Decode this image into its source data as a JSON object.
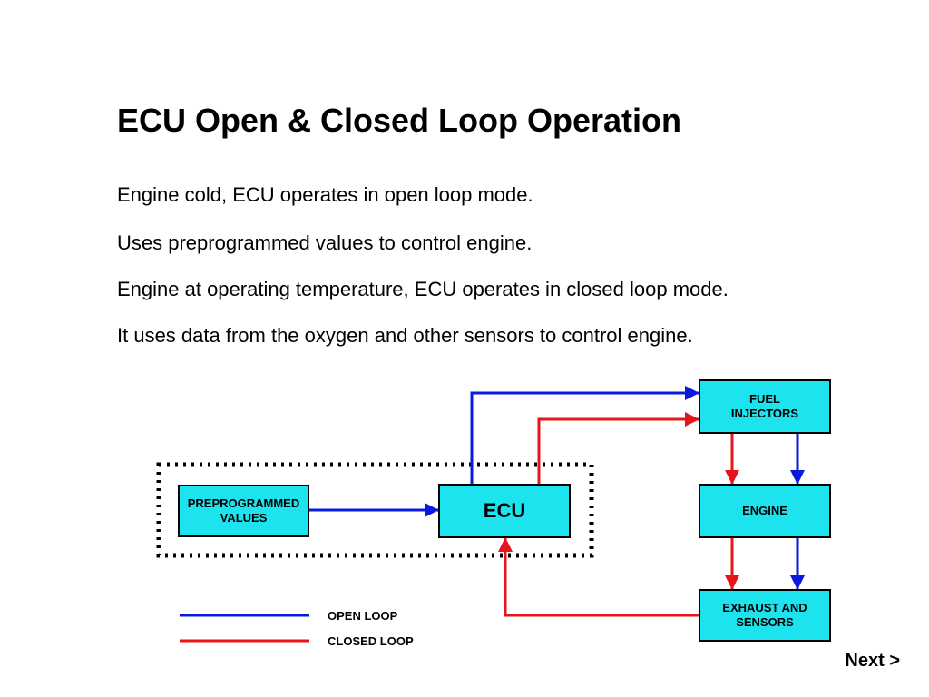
{
  "slide": {
    "title": "ECU Open & Closed Loop Operation",
    "bullets": [
      "Engine cold, ECU operates in open loop mode.",
      "Uses preprogrammed values to control engine.",
      "Engine at operating temperature, ECU operates in closed loop mode.",
      "It uses data from the oxygen and other sensors to control engine."
    ]
  },
  "diagram": {
    "boxes": {
      "preprogrammed": "PREPROGRAMMED\nVALUES",
      "ecu": "ECU",
      "fuel_injectors": "FUEL\nINJECTORS",
      "engine": "ENGINE",
      "exhaust": "EXHAUST AND\nSENSORS"
    },
    "legend": {
      "open_loop": "OPEN LOOP",
      "closed_loop": "CLOSED LOOP"
    },
    "colors": {
      "box_fill": "#1de3ee",
      "open_loop": "#0a1adb",
      "closed_loop": "#e8141b"
    }
  },
  "navigation": {
    "next_label": "Next >"
  }
}
